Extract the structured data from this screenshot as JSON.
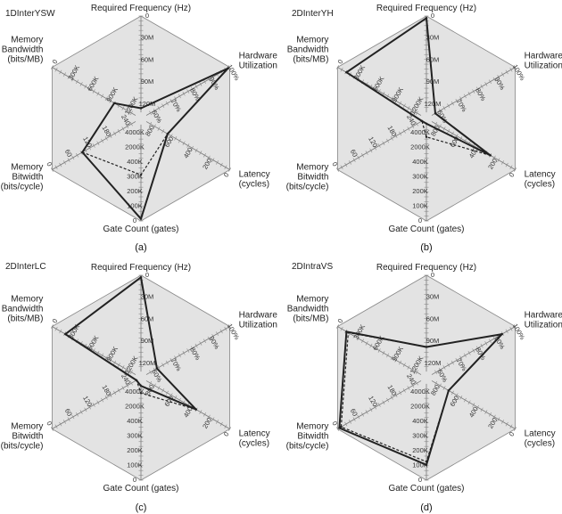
{
  "chart_data": [
    {
      "type": "radar",
      "title": "1DInterYSW",
      "caption": "(a)",
      "axes": [
        {
          "key": "freq",
          "label": [
            "Required Frequency (Hz)"
          ],
          "ticks": [
            "0",
            "30M",
            "60M",
            "90M",
            "120M"
          ]
        },
        {
          "key": "hw",
          "label": [
            "Hardware",
            "Utilization"
          ],
          "ticks": [
            "100%",
            "90%",
            "80%",
            "70%",
            "60%"
          ]
        },
        {
          "key": "lat",
          "label": [
            "Latency",
            "(cycles)"
          ],
          "ticks": [
            "0",
            "200",
            "400",
            "600",
            "800"
          ]
        },
        {
          "key": "gates",
          "label": [
            "Gate Count (gates)"
          ],
          "ticks": [
            "0",
            "100K",
            "200K",
            "300K",
            "400K",
            "2000K",
            "4000K"
          ]
        },
        {
          "key": "bitw",
          "label": [
            "Memory",
            "Bitwidth",
            "(bits/cycle)"
          ],
          "ticks": [
            "0",
            "60",
            "120",
            "180",
            "240"
          ]
        },
        {
          "key": "bandw",
          "label": [
            "Memory",
            "Bandwidth",
            "(bits/MB)"
          ],
          "ticks": [
            "0",
            "300K",
            "600K",
            "900K",
            "1200K"
          ]
        }
      ],
      "series": [
        {
          "style": "solid",
          "values": [
            0.1,
            0.98,
            0.3,
            0.98,
            0.66,
            0.3
          ]
        },
        {
          "style": "dashed",
          "values": [
            0.1,
            0.98,
            0.3,
            0.55,
            0.66,
            0.3
          ]
        }
      ]
    },
    {
      "type": "radar",
      "title": "2DInterYH",
      "caption": "(b)",
      "axes": [
        {
          "key": "freq",
          "label": [
            "Required Frequency (Hz)"
          ],
          "ticks": [
            "0",
            "30M",
            "60M",
            "90M",
            "120M"
          ]
        },
        {
          "key": "hw",
          "label": [
            "Hardware",
            "Utilization"
          ],
          "ticks": [
            "100%",
            "90%",
            "80%",
            "70%",
            "60%"
          ]
        },
        {
          "key": "lat",
          "label": [
            "Latency",
            "(cycles)"
          ],
          "ticks": [
            "0",
            "200",
            "400",
            "600",
            "800"
          ]
        },
        {
          "key": "gates",
          "label": [
            "Gate Count (gates)"
          ],
          "ticks": [
            "0",
            "100K",
            "200K",
            "300K",
            "400K",
            "2000K",
            "4000K"
          ]
        },
        {
          "key": "bitw",
          "label": [
            "Memory",
            "Bitwidth",
            "(bits/cycle)"
          ],
          "ticks": [
            "0",
            "60",
            "120",
            "180",
            "240"
          ]
        },
        {
          "key": "bandw",
          "label": [
            "Memory",
            "Bandwidth",
            "(bits/MB)"
          ],
          "ticks": [
            "0",
            "300K",
            "600K",
            "900K",
            "1200K"
          ]
        }
      ],
      "series": [
        {
          "style": "solid",
          "values": [
            0.98,
            0.1,
            0.72,
            0.05,
            0.05,
            0.9
          ]
        },
        {
          "style": "dashed",
          "values": [
            0.98,
            0.1,
            0.72,
            0.18,
            0.05,
            0.9
          ]
        }
      ]
    },
    {
      "type": "radar",
      "title": "2DInterLC",
      "caption": "(c)",
      "axes": [
        {
          "key": "freq",
          "label": [
            "Required Frequency (Hz)"
          ],
          "ticks": [
            "0",
            "30M",
            "60M",
            "90M",
            "120M"
          ]
        },
        {
          "key": "hw",
          "label": [
            "Hardware",
            "Utilization"
          ],
          "ticks": [
            "100%",
            "90%",
            "80%",
            "70%",
            "60%"
          ]
        },
        {
          "key": "lat",
          "label": [
            "Latency",
            "(cycles)"
          ],
          "ticks": [
            "0",
            "200",
            "400",
            "600",
            "800"
          ]
        },
        {
          "key": "gates",
          "label": [
            "Gate Count (gates)"
          ],
          "ticks": [
            "0",
            "100K",
            "200K",
            "300K",
            "400K",
            "2000K",
            "4000K"
          ]
        },
        {
          "key": "bitw",
          "label": [
            "Memory",
            "Bitwidth",
            "(bits/cycle)"
          ],
          "ticks": [
            "0",
            "60",
            "120",
            "180",
            "240"
          ]
        },
        {
          "key": "bandw",
          "label": [
            "Memory",
            "Bandwidth",
            "(bits/MB)"
          ],
          "ticks": [
            "0",
            "300K",
            "600K",
            "900K",
            "1200K"
          ]
        }
      ],
      "series": [
        {
          "style": "solid",
          "values": [
            0.98,
            0.18,
            0.62,
            0.08,
            0.05,
            0.85
          ]
        },
        {
          "style": "dashed",
          "values": [
            0.98,
            0.18,
            0.62,
            0.15,
            0.05,
            0.85
          ]
        }
      ]
    },
    {
      "type": "radar",
      "title": "2DIntraVS",
      "caption": "(d)",
      "axes": [
        {
          "key": "freq",
          "label": [
            "Required Frequency (Hz)"
          ],
          "ticks": [
            "0",
            "30M",
            "60M",
            "90M",
            "120M"
          ]
        },
        {
          "key": "hw",
          "label": [
            "Hardware",
            "Utilization"
          ],
          "ticks": [
            "100%",
            "90%",
            "80%",
            "70%",
            "60%"
          ]
        },
        {
          "key": "lat",
          "label": [
            "Latency",
            "(cycles)"
          ],
          "ticks": [
            "0",
            "200",
            "400",
            "600",
            "800"
          ]
        },
        {
          "key": "gates",
          "label": [
            "Gate Count (gates)"
          ],
          "ticks": [
            "0",
            "100K",
            "200K",
            "300K",
            "400K",
            "2000K",
            "4000K"
          ]
        },
        {
          "key": "bitw",
          "label": [
            "Memory",
            "Bitwidth",
            "(bits/cycle)"
          ],
          "ticks": [
            "0",
            "60",
            "120",
            "180",
            "240"
          ]
        },
        {
          "key": "bandw",
          "label": [
            "Memory",
            "Bandwidth",
            "(bits/MB)"
          ],
          "ticks": [
            "0",
            "300K",
            "600K",
            "900K",
            "1200K"
          ]
        }
      ],
      "series": [
        {
          "style": "solid",
          "values": [
            0.3,
            0.85,
            0.25,
            0.85,
            0.98,
            0.9
          ]
        },
        {
          "style": "dashed",
          "values": [
            0.3,
            0.85,
            0.25,
            0.82,
            0.96,
            0.88
          ]
        }
      ]
    }
  ]
}
